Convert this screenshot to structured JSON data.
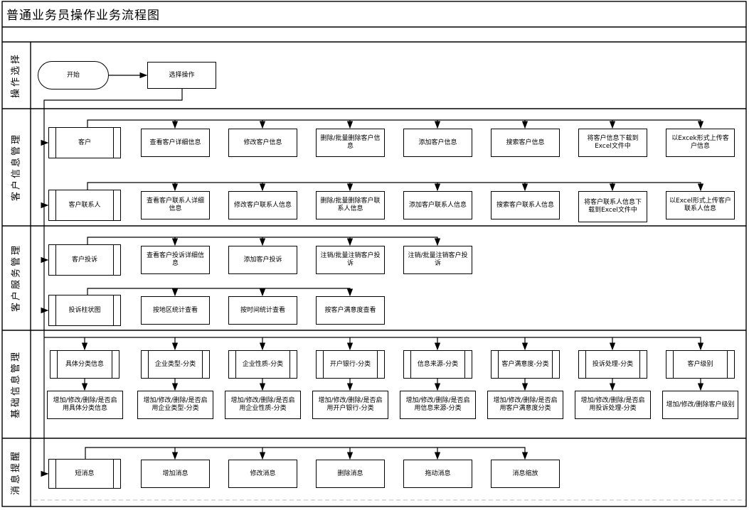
{
  "title": "普通业务员操作业务流程图",
  "colors": {
    "line": "#000000",
    "dashed_line": "#c9c9c9",
    "background": "#ffffff"
  },
  "lanes": [
    {
      "label": "操作选择"
    },
    {
      "label": "客户信息管理"
    },
    {
      "label": "客户服务管理"
    },
    {
      "label": "基础信息管理"
    },
    {
      "label": "消息提醒"
    }
  ],
  "flow": {
    "start": "开始",
    "choose": "选择操作"
  },
  "customer_info": {
    "rows": [
      {
        "category": "客户",
        "actions": [
          "查看客户详细信息",
          "修改客户信息",
          "删除/批量删除客户信息",
          "添加客户信息",
          "搜索客户信息",
          "将客户信息下载到Excel文件中",
          "以Excek形式上传客户信息"
        ]
      },
      {
        "category": "客户联系人",
        "actions": [
          "查看客户联系人详细信息",
          "修改客户联系人信息",
          "删除/批量删除客户联系人信息",
          "添加客户联系人信息",
          "搜索客户联系人信息",
          "将客户联系人信息下载到Excel文件中",
          "以Excel形式上传客户联系人信息"
        ]
      }
    ]
  },
  "customer_service": {
    "rows": [
      {
        "category": "客户投诉",
        "actions": [
          "查看客户投诉详细信息",
          "添加客户投诉",
          "注销/批量注销客户投诉",
          "注销/批量注销客户投诉"
        ]
      },
      {
        "category": "投诉柱状图",
        "actions": [
          "按地区统计查看",
          "按时间统计查看",
          "按客户满意度查看"
        ]
      }
    ]
  },
  "basic_info": {
    "columns": [
      {
        "top": "具体分类信息",
        "bottom": "增加/修改/删除/是否启用具体分类信息"
      },
      {
        "top": "企业类型-分类",
        "bottom": "增加/修改/删除/是否启用企业类型-分类"
      },
      {
        "top": "企业性质-分类",
        "bottom": "增加/修改/删除/是否启用企业性质-分类"
      },
      {
        "top": "开户银行-分类",
        "bottom": "增加/修改/删除/是否启用开户银行-分类"
      },
      {
        "top": "信息来源-分类",
        "bottom": "增加/修改/删除/是否启用信息来源-分类"
      },
      {
        "top": "客户满意度-分类",
        "bottom": "增加/修改/删除/是否启用客户满意度分类"
      },
      {
        "top": "投诉处理-分类",
        "bottom": "增加/修改/删除/是否启用投诉处理-分类"
      },
      {
        "top": "客户级别",
        "bottom": "增加/修改/删除客户级别"
      }
    ]
  },
  "message": {
    "category": "短消息",
    "actions": [
      "增加消息",
      "修改消息",
      "删除消息",
      "拖动消息",
      "消息缩放"
    ]
  }
}
